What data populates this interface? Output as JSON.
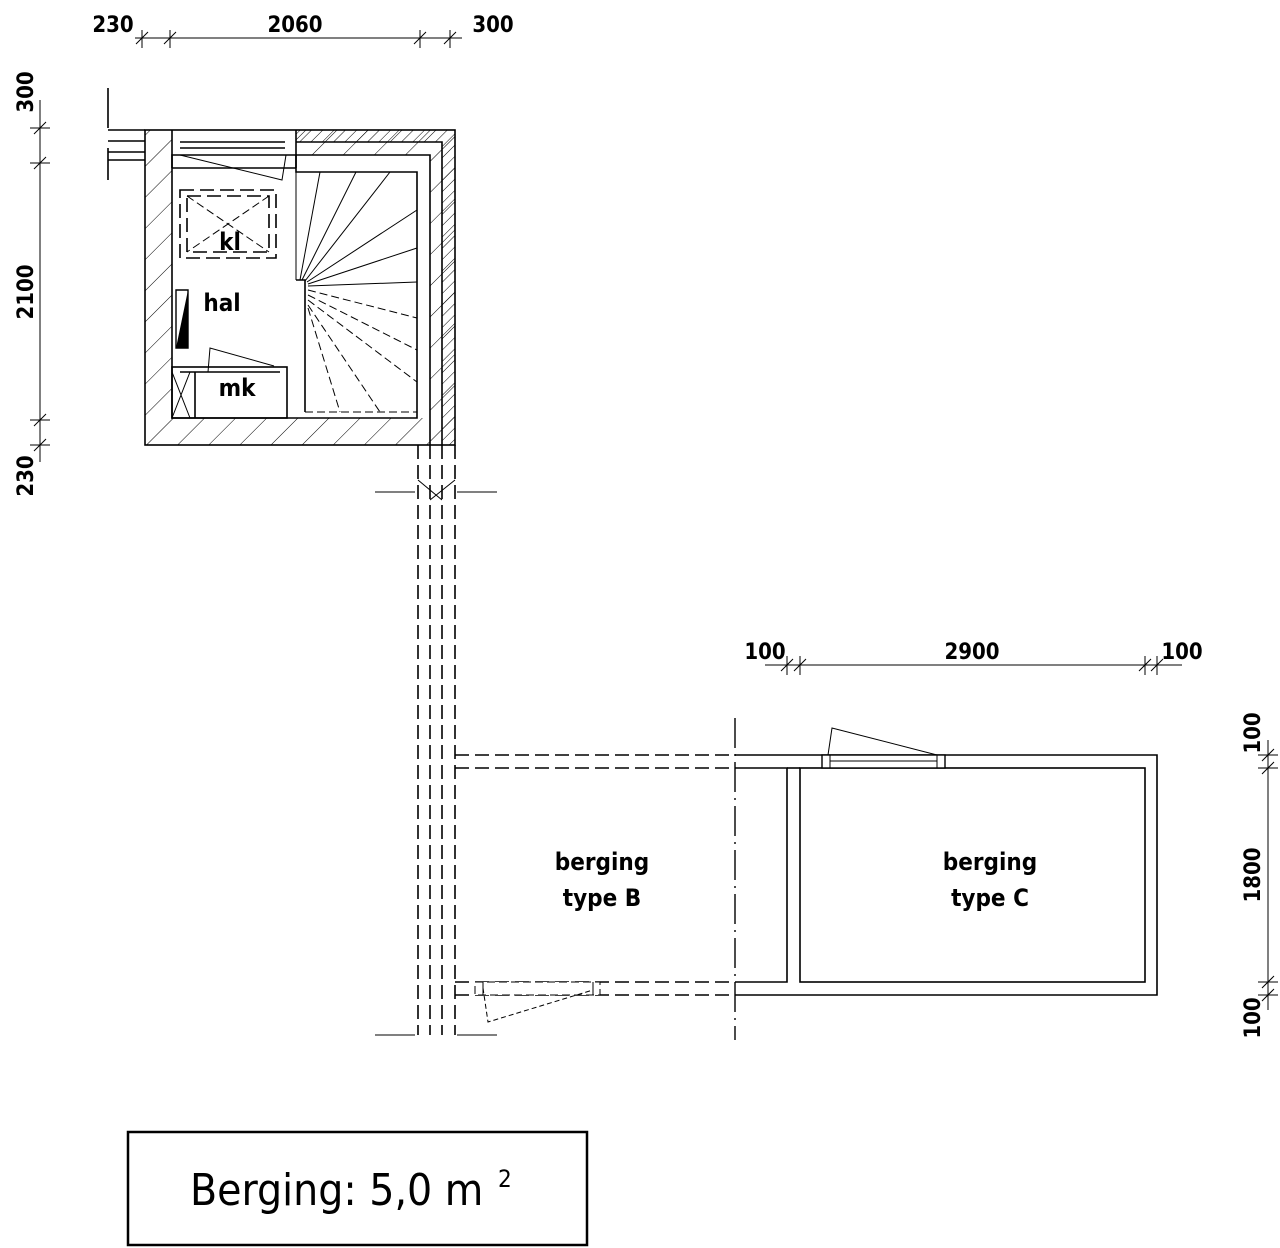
{
  "dimensions": {
    "house_top": [
      "230",
      "2060",
      "300"
    ],
    "house_left": [
      "300",
      "2100",
      "230"
    ],
    "storage_top": [
      "100",
      "2900",
      "100"
    ],
    "storage_right": [
      "100",
      "1800",
      "100"
    ]
  },
  "rooms": {
    "kl": "kl",
    "hal": "hal",
    "mk": "mk",
    "berging_b_line1": "berging",
    "berging_b_line2": "type B",
    "berging_c_line1": "berging",
    "berging_c_line2": "type C"
  },
  "title_box": {
    "label": "Berging: 5,0 m",
    "superscript": "2"
  }
}
